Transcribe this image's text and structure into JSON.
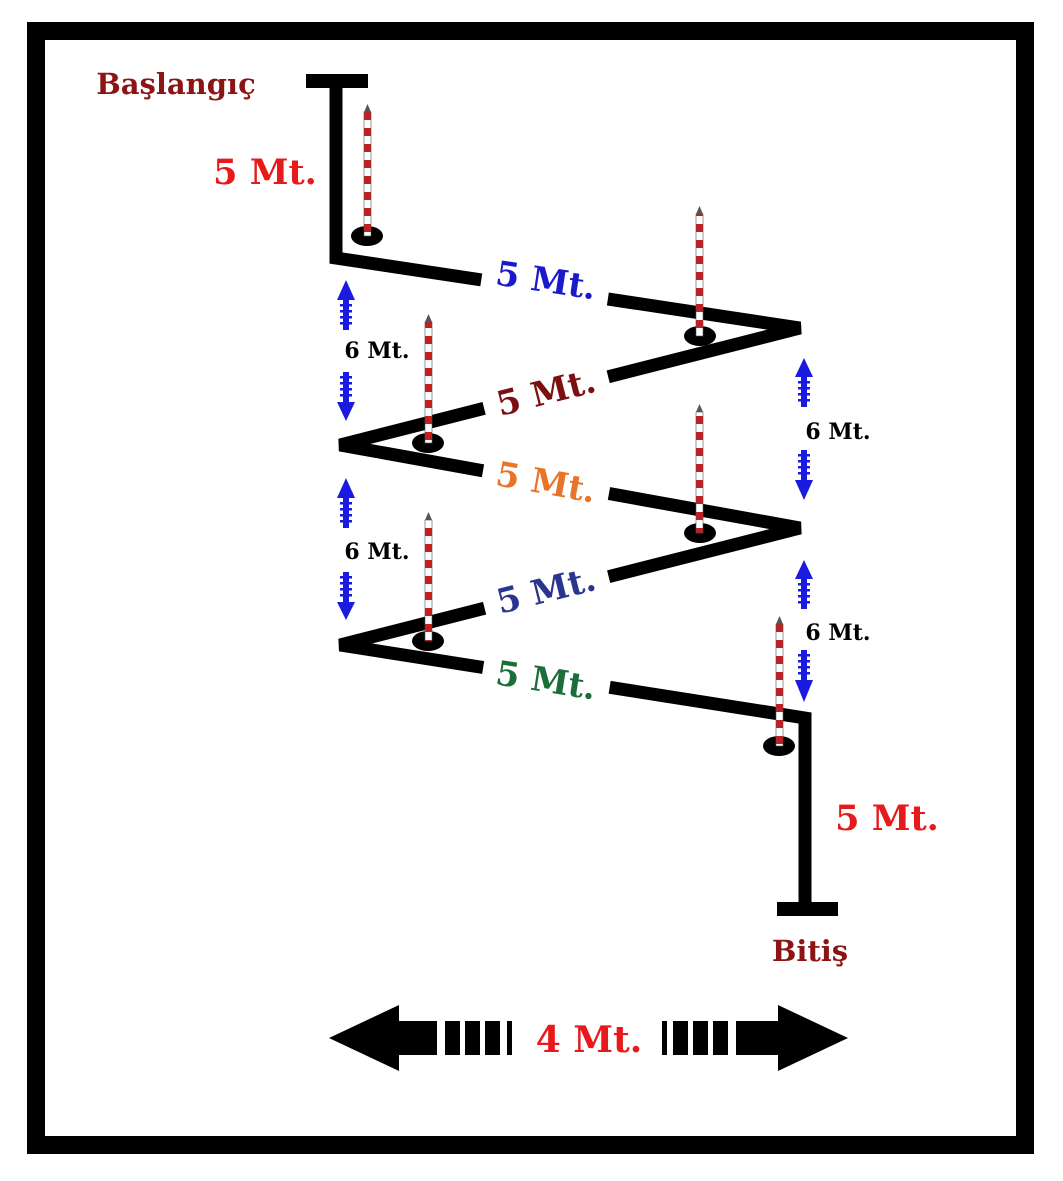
{
  "start_label": "Başlangıç",
  "finish_label": "Bitiş",
  "segments": {
    "start_leg": "5 Mt.",
    "leg_1": "5 Mt.",
    "leg_2": "5 Mt.",
    "leg_3": "5 Mt.",
    "leg_4": "5 Mt.",
    "leg_5": "5 Mt.",
    "end_leg": "5 Mt."
  },
  "gaps": {
    "left_1": "6 Mt.",
    "left_2": "6 Mt.",
    "right_1": "6 Mt.",
    "right_2": "6 Mt."
  },
  "width_label": "4 Mt.",
  "colors": {
    "frame": "#000000",
    "start_finish": "#8b1515",
    "red": "#e8191b",
    "blue": "#1a1acc",
    "maroon": "#7a1010",
    "orange": "#e8742a",
    "navy": "#2a3590",
    "green": "#1b6e3a",
    "arrow_blue": "#1a1ae0",
    "pole_red": "#c41e1e"
  },
  "icons": {
    "pole": "slalom-pole-icon",
    "arrow": "double-arrow-icon"
  }
}
